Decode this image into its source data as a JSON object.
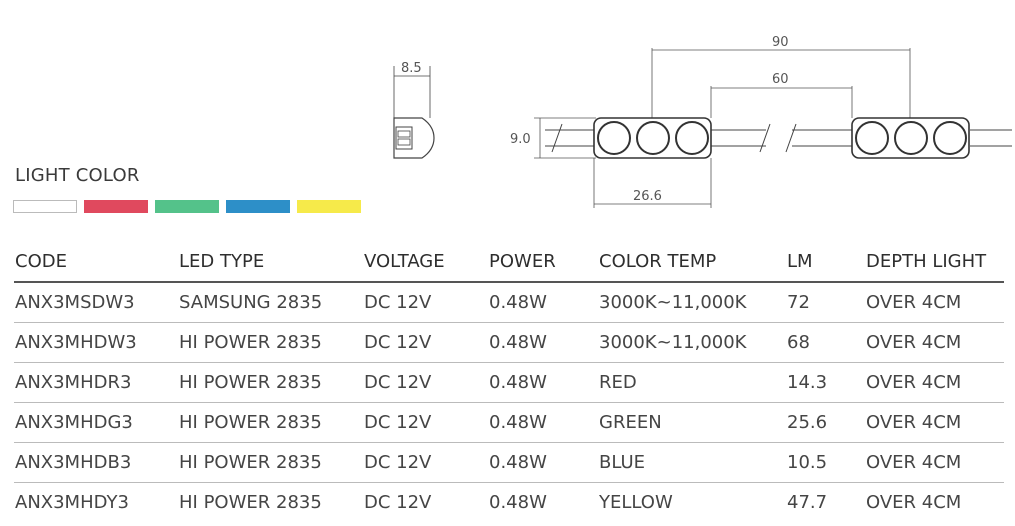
{
  "diagram": {
    "dim_side_width": "8.5",
    "dim_height": "9.0",
    "dim_total": "90",
    "dim_pitch": "60",
    "dim_module": "26.6"
  },
  "light_color": {
    "title": "LIGHT COLOR",
    "swatches": [
      {
        "name": "white",
        "color": "#ffffff"
      },
      {
        "name": "red",
        "color": "#e0495e"
      },
      {
        "name": "green",
        "color": "#54c28a"
      },
      {
        "name": "blue",
        "color": "#2d8fc8"
      },
      {
        "name": "yellow",
        "color": "#f6ea4a"
      }
    ]
  },
  "table": {
    "headers": [
      "CODE",
      "LED TYPE",
      "VOLTAGE",
      "POWER",
      "COLOR TEMP",
      "LM",
      "DEPTH LIGHT"
    ],
    "rows": [
      [
        "ANX3MSDW3",
        "SAMSUNG 2835",
        "DC 12V",
        "0.48W",
        "3000K~11,000K",
        "72",
        "OVER 4CM"
      ],
      [
        "ANX3MHDW3",
        "HI POWER 2835",
        "DC 12V",
        "0.48W",
        "3000K~11,000K",
        "68",
        "OVER 4CM"
      ],
      [
        "ANX3MHDR3",
        "HI POWER 2835",
        "DC 12V",
        "0.48W",
        "RED",
        "14.3",
        "OVER 4CM"
      ],
      [
        "ANX3MHDG3",
        "HI POWER 2835",
        "DC 12V",
        "0.48W",
        "GREEN",
        "25.6",
        "OVER 4CM"
      ],
      [
        "ANX3MHDB3",
        "HI POWER 2835",
        "DC 12V",
        "0.48W",
        "BLUE",
        "10.5",
        "OVER 4CM"
      ],
      [
        "ANX3MHDY3",
        "HI POWER 2835",
        "DC 12V",
        "0.48W",
        "YELLOW",
        "47.7",
        "OVER 4CM"
      ]
    ]
  }
}
